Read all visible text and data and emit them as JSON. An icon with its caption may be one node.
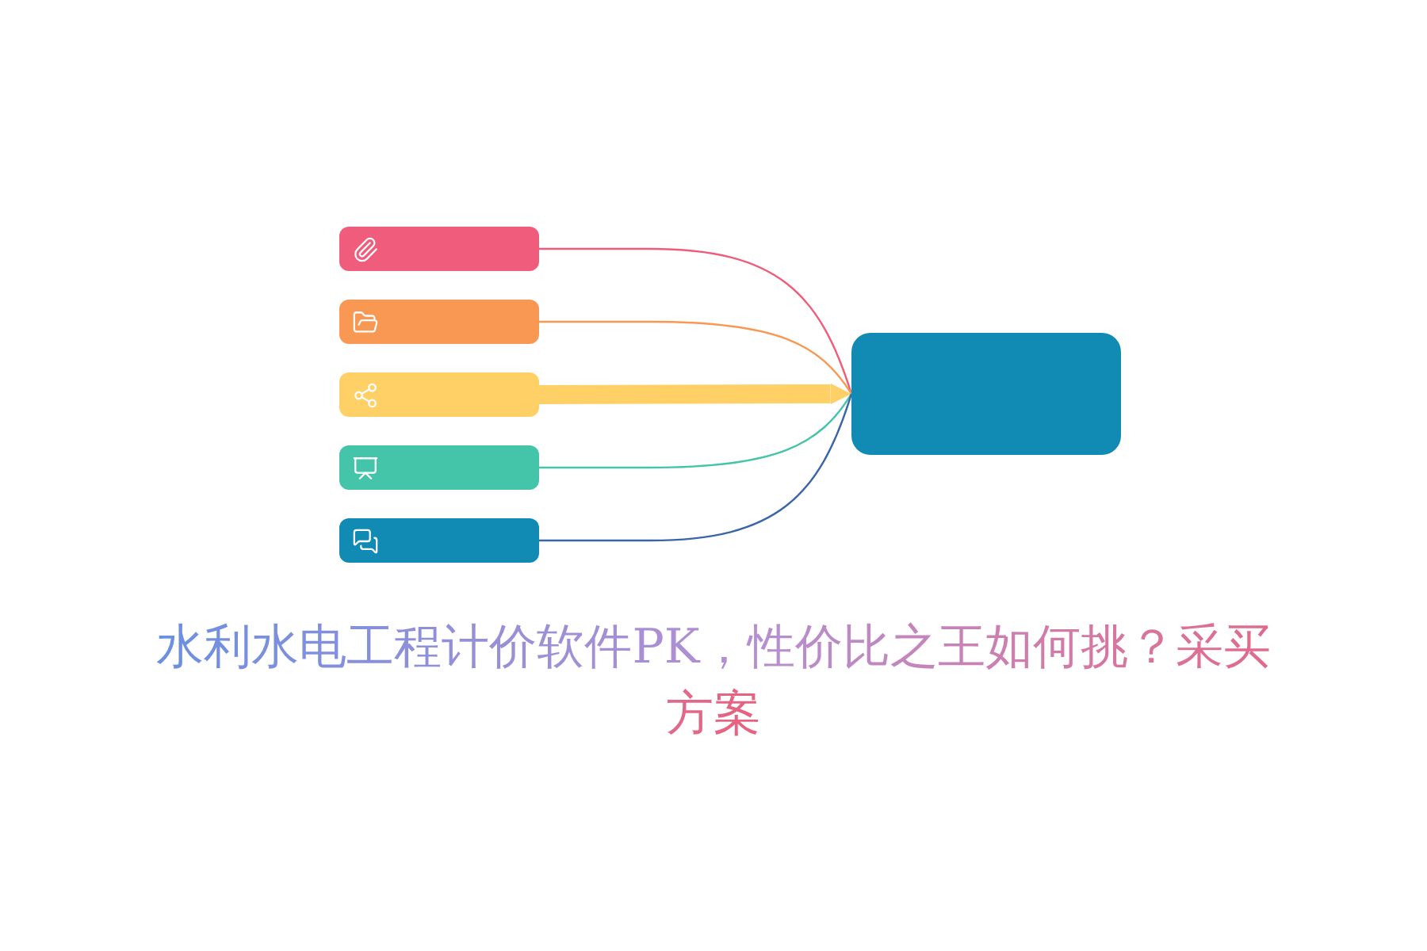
{
  "diagram": {
    "title": "水利水电工程计价软件PK，性价比之王如何挑？采买方案",
    "nodes": [
      {
        "text": [],
        "shape": "bar"
      },
      {
        "text": [],
        "shape": "bar"
      },
      {
        "text": [],
        "shape": "bar"
      },
      {
        "text": [],
        "shape": "bar"
      },
      {
        "text": [],
        "shape": "bar"
      },
      {
        "text": [],
        "shape": "box"
      }
    ],
    "edges": [
      {
        "from": 0,
        "to": 5,
        "arrow": "none",
        "color": "#f05c7c"
      },
      {
        "from": 1,
        "to": 5,
        "arrow": "none",
        "color": "#f89853"
      },
      {
        "from": 2,
        "to": 5,
        "arrow": "to",
        "style": "thick",
        "color": "#ffd066"
      },
      {
        "from": 3,
        "to": 5,
        "arrow": "none",
        "color": "#44c4a8"
      },
      {
        "from": 4,
        "to": 5,
        "arrow": "none",
        "color": "#3a66a8"
      }
    ]
  }
}
